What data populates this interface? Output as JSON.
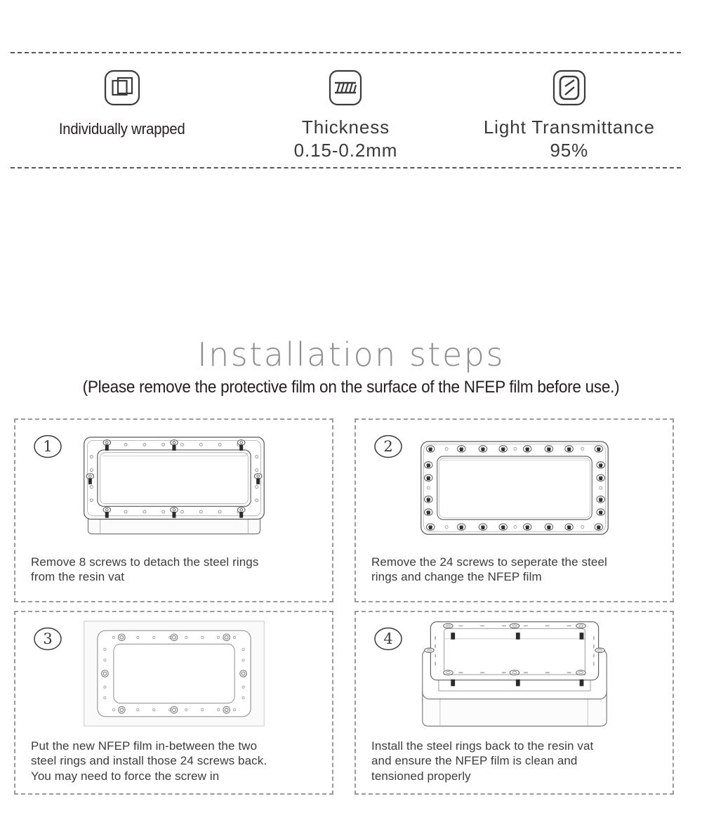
{
  "specs": [
    {
      "icon": "wrapped-box-icon",
      "label": "Individually wrapped"
    },
    {
      "icon": "thickness-lines-icon",
      "label": "Thickness\n0.15-0.2mm"
    },
    {
      "icon": "light-transmittance-icon",
      "label": "Light Transmittance\n95%"
    }
  ],
  "installation": {
    "title": "Installation steps",
    "subtitle": "(Please remove the protective film on the surface of the NFEP film before use.)",
    "steps": [
      {
        "number": "1",
        "figure": "resin-vat-with-steel-rings",
        "caption": "Remove 8 screws to detach the steel rings\nfrom the resin vat"
      },
      {
        "number": "2",
        "figure": "steel-ring-frame-24-screws",
        "caption": "Remove the 24 screws to seperate the steel\nrings and change the NFEP film"
      },
      {
        "number": "3",
        "figure": "steel-ring-on-nfep-film",
        "caption": "Put the new NFEP film in-between the two\nsteel rings and install those 24 screws back.\nYou may need to force the screw in"
      },
      {
        "number": "4",
        "figure": "assembled-vat-perspective",
        "caption": "Install the steel rings back to the resin vat\nand ensure the NFEP film is clean and\ntensioned properly"
      }
    ]
  },
  "colors": {
    "text": "#231f20",
    "title_gray": "#8e8e8e",
    "dash_border": "#9a9a9a",
    "line_art": "#4a4a4a"
  }
}
